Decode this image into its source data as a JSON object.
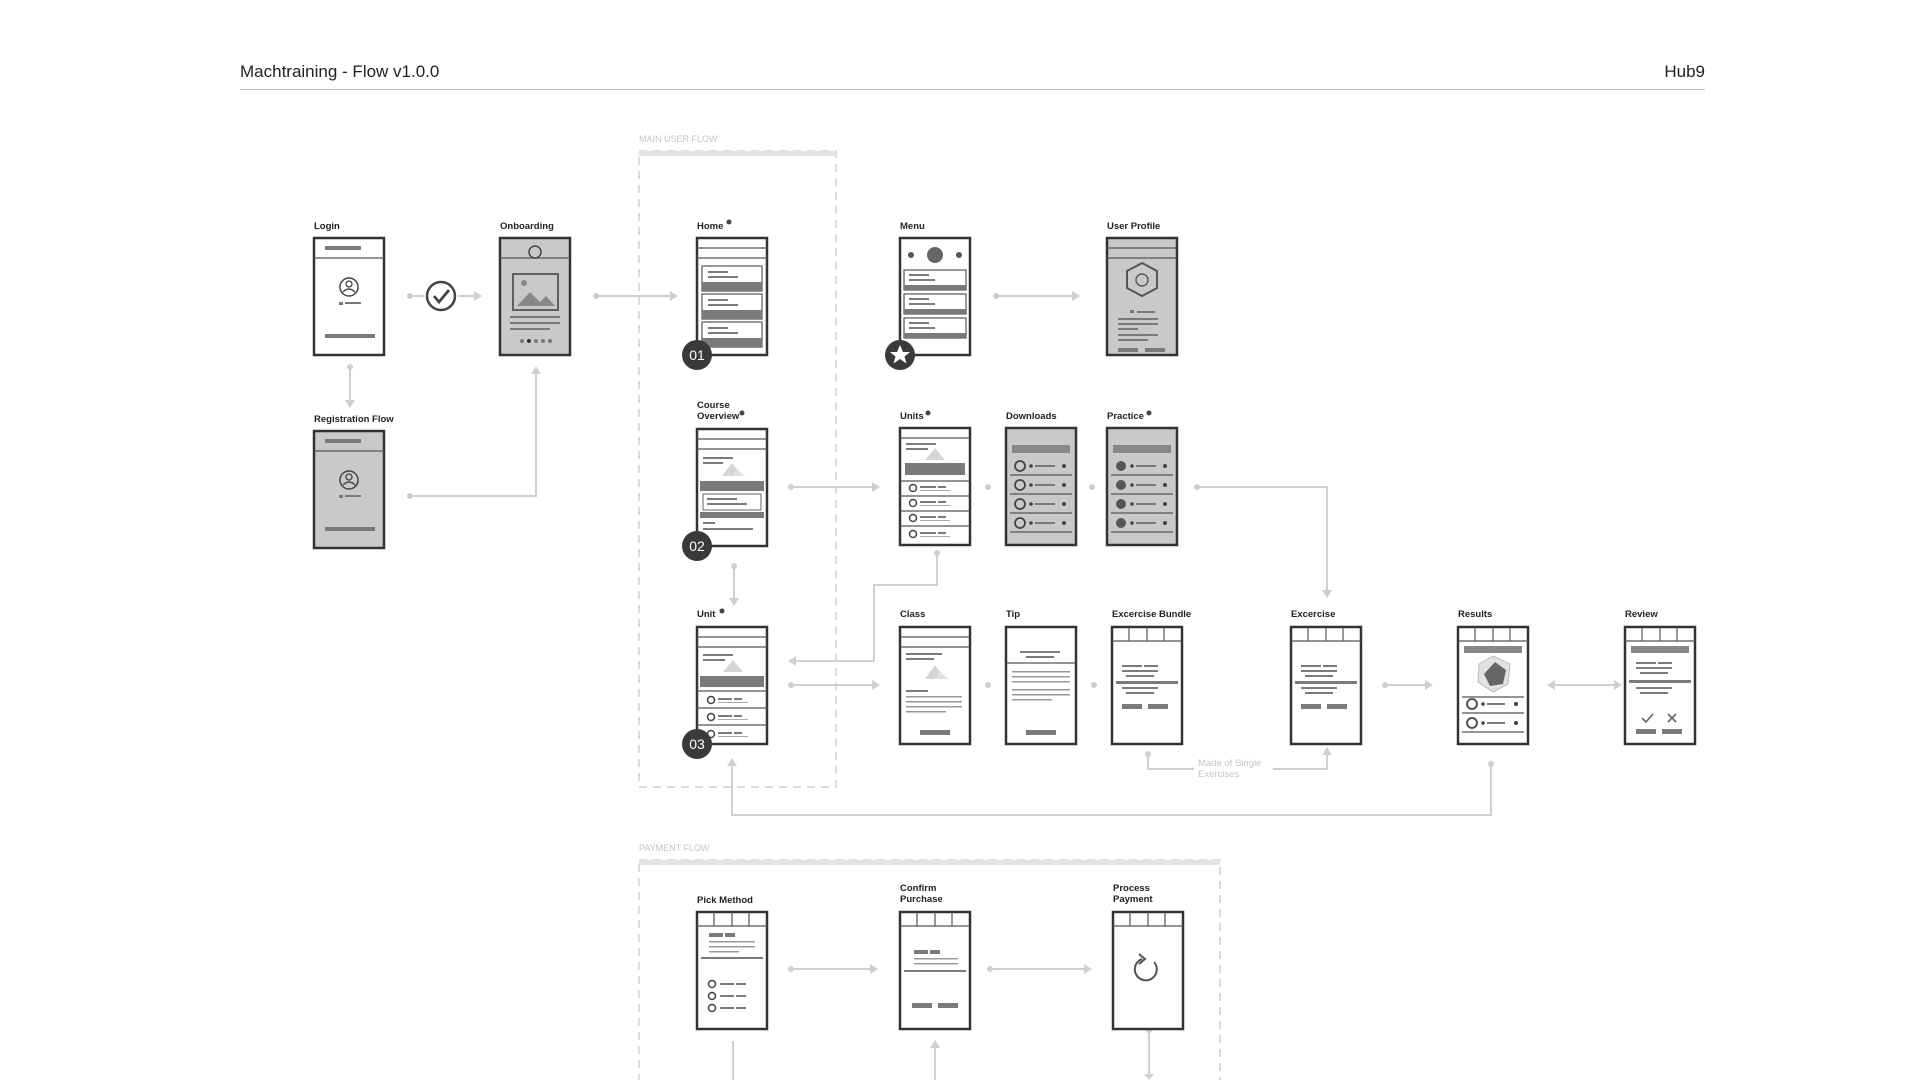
{
  "header": {
    "title": "Machtraining - Flow v1.0.0",
    "brand": "Hub9"
  },
  "groups": {
    "main": "MAIN USER FLOW",
    "payment": "PAYMENT FLOW"
  },
  "screens": {
    "login": "Login",
    "registration": "Registration Flow",
    "onboarding": "Onboarding",
    "home": "Home",
    "menu": "Menu",
    "user_profile": "User Profile",
    "course_overview_1": "Course",
    "course_overview_2": "Overview",
    "units": "Units",
    "downloads": "Downloads",
    "practice": "Practice",
    "unit": "Unit",
    "class": "Class",
    "tip": "Tip",
    "exercise_bundle": "Excercise Bundle",
    "exercise": "Excercise",
    "results": "Results",
    "review": "Review",
    "pick_method": "Pick Method",
    "confirm_purchase_1": "Confirm",
    "confirm_purchase_2": "Purchase",
    "process_payment_1": "Process",
    "process_payment_2": "Payment"
  },
  "badges": {
    "home": "01",
    "course_overview": "02",
    "unit": "03"
  },
  "annotations": {
    "made_of_1": "Made of Single",
    "made_of_2": "Exercises"
  },
  "icons": [
    "check-icon",
    "star-icon",
    "reload-icon",
    "image-icon",
    "avatar-icon"
  ],
  "colors": {
    "stroke": "#333333",
    "connector": "#cfcfcf",
    "fill_gray": "#c9c9c9",
    "badge": "#3a3a3a"
  }
}
